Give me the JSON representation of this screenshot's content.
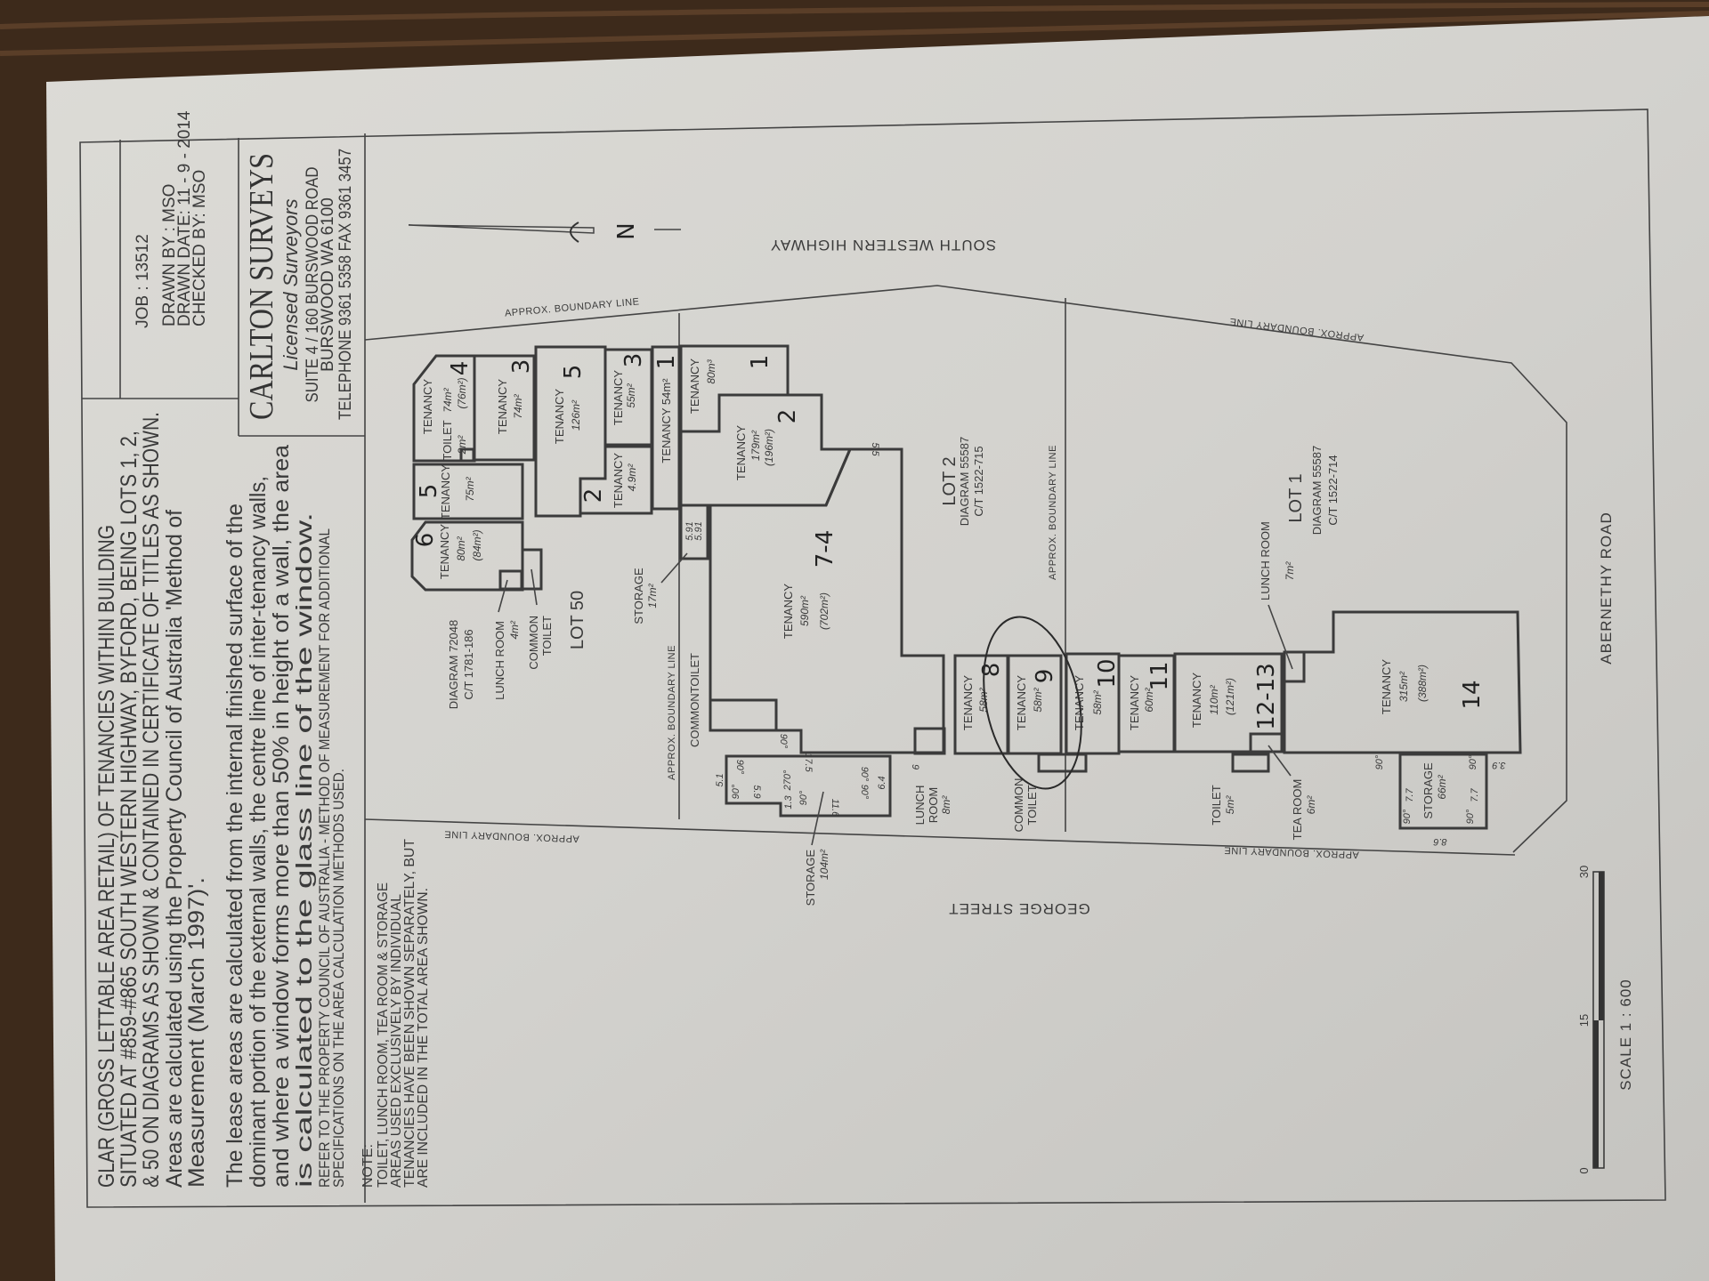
{
  "title_block": {
    "job": "JOB : 13512",
    "drawn_by": "DRAWN BY : MSO",
    "drawn_date": "DRAWN DATE: 11 - 9 - 2014",
    "checked_by": "CHECKED BY: MSO"
  },
  "company": {
    "name": "CARLTON SURVEYS",
    "tagline": "Licensed Surveyors",
    "address1": "SUITE 4 / 160 BURSWOOD ROAD",
    "address2": "BURSWOOD WA 6100",
    "phone": "TELEPHONE 9361 5358 FAX 9361 3457"
  },
  "description": [
    "GLAR (GROSS LETTABLE AREA RETAIL) OF TENANCIES WITHIN BUILDING",
    "SITUATED AT #859-#865 SOUTH WESTERN HIGHWAY, BYFORD, BEING LOTS 1, 2,",
    "& 50 ON DIAGRAMS AS SHOWN & CONTAINED IN CERTIFICATE OF TITLES AS SHOWN.",
    "Areas are calculated using the Property Council of Australia 'Method of",
    "Measurement (March 1997)'.",
    "The lease areas are calculated from the internal finished surface of the",
    "dominant portion of the external walls, the centre line of inter-tenancy walls,",
    "and where a window forms more than 50% in height of a wall, the area",
    "is calculated to the glass line of the window.",
    "REFER TO THE PROPERTY COUNCIL OF AUSTRALIA - METHOD OF MEASUREMENT FOR ADDITIONAL",
    "SPECIFICATIONS ON THE AREA CALCULATION METHODS USED."
  ],
  "note": [
    "NOTE:",
    "TOILET, LUNCH ROOM, TEA ROOM & STORAGE",
    "AREAS USED EXCLUSIVELY BY INDIVIDUAL",
    "TENANCIES HAVE BEEN SHOWN SEPARATELY, BUT",
    "ARE INCLUDED IN THE TOTAL AREA SHOWN."
  ],
  "north": "N",
  "roads": {
    "north": "SOUTH WESTERN HIGHWAY",
    "west": "GEORGE STREET",
    "east": "ABERNETHY ROAD"
  },
  "boundary_label": "APPROX. BOUNDARY LINE",
  "lots": [
    {
      "name": "LOT 50",
      "diagram": "DIAGRAM 72048",
      "ct": "C/T 1781-186"
    },
    {
      "name": "LOT 2",
      "diagram": "DIAGRAM 55587",
      "ct": "C/T 1522-715"
    },
    {
      "name": "LOT 1",
      "diagram": "DIAGRAM 55587",
      "ct": "C/T 1522-714"
    }
  ],
  "tenancies": [
    {
      "no": "6",
      "label": "TENANCY",
      "area": "80m²",
      "gross": "(84m²)"
    },
    {
      "no": "5",
      "label": "TENANCY",
      "area": "75m²"
    },
    {
      "no": "4",
      "label": "TENANCY",
      "area": "74m²",
      "gross": "(76m²)",
      "toilet": "TOILET",
      "toilet_area": "2m²"
    },
    {
      "no": "3",
      "label": "TENANCY",
      "area": "74m²"
    },
    {
      "no": "5",
      "label": "TENANCY",
      "area": "126m²"
    },
    {
      "no": "3",
      "label": "TENANCY",
      "area": "55m²"
    },
    {
      "no": "2",
      "label": "TENANCY",
      "area": "4.9m²"
    },
    {
      "no": "1",
      "label": "TENANCY 54m²"
    },
    {
      "no": "1",
      "label": "TENANCY",
      "area": "80m³"
    },
    {
      "no": "2",
      "label": "TENANCY",
      "area": "179m²",
      "gross": "(196m²)"
    },
    {
      "no": "7-4",
      "label": "TENANCY",
      "area": "590m²",
      "gross": "(702m²)"
    },
    {
      "no": "8",
      "label": "TENANCY",
      "area": "58m²"
    },
    {
      "no": "9",
      "label": "TENANCY",
      "area": "58m²"
    },
    {
      "no": "10",
      "label": "TENANCY",
      "area": "58m²"
    },
    {
      "no": "11",
      "label": "TENANCY",
      "area": "60m²"
    },
    {
      "no": "12-13",
      "label": "TENANCY",
      "area": "110m²",
      "gross": "(121m²)"
    },
    {
      "no": "14",
      "label": "TENANCY",
      "area": "315m²",
      "gross": "(388m²)"
    }
  ],
  "ancillary": {
    "lunch50": {
      "label": "LUNCH ROOM",
      "area": "4m²"
    },
    "common50": {
      "l1": "COMMON",
      "l2": "TOILET"
    },
    "storage17": {
      "label": "STORAGE",
      "area": "17m²",
      "d1": "5.91",
      "d2": "5.91"
    },
    "common2": "COMMONTOILET",
    "storage104": {
      "label": "STORAGE",
      "area": "104m²"
    },
    "lunch8": {
      "l1": "LUNCH",
      "l2": "ROOM",
      "area": "8m²"
    },
    "common21": {
      "l1": "COMMON",
      "l2": "TOILET"
    },
    "toilet5": {
      "label": "TOILET",
      "area": "5m²"
    },
    "tea6": {
      "label": "TEA ROOM",
      "area": "6m²"
    },
    "lunch7": {
      "label": "LUNCH ROOM",
      "area": "7m²"
    },
    "storage66": {
      "label": "STORAGE",
      "area": "66m²"
    }
  },
  "dims": {
    "d55": "5.5",
    "d9": "9",
    "s104": [
      "90°",
      "17.5",
      "270°",
      "90°",
      "5.1",
      "90°",
      "5.9",
      "1.3",
      "90°",
      "11.6",
      "90°",
      "90°",
      "6.4"
    ],
    "s66": [
      "7.7",
      "7.7",
      "8.6",
      "3.9",
      "90°",
      "90°",
      "90°",
      "90°"
    ]
  },
  "scale": {
    "t0": "0",
    "t15": "15",
    "t30": "30",
    "label": "SCALE 1 : 600"
  }
}
